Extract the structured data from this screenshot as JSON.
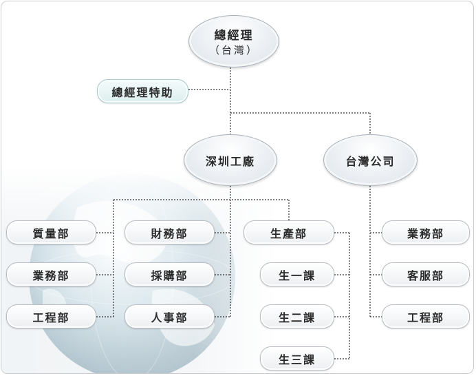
{
  "top": {
    "line1": "總經理",
    "line2": "（台灣）"
  },
  "assistant": "總經理特助",
  "shenzhen": {
    "label": "深圳工廠",
    "left_column": [
      "質量部",
      "業務部",
      "工程部"
    ],
    "middle_column": [
      "財務部",
      "採購部",
      "人事部"
    ],
    "production": {
      "label": "生產部",
      "sections": [
        "生一課",
        "生二課",
        "生三課"
      ]
    }
  },
  "taiwan": {
    "label": "台灣公司",
    "departments": [
      "業務部",
      "客服部",
      "工程部"
    ]
  },
  "colors": {
    "line": "#333333",
    "node_border": "#b7bcc2",
    "assistant_fill": "#ddeeee"
  }
}
